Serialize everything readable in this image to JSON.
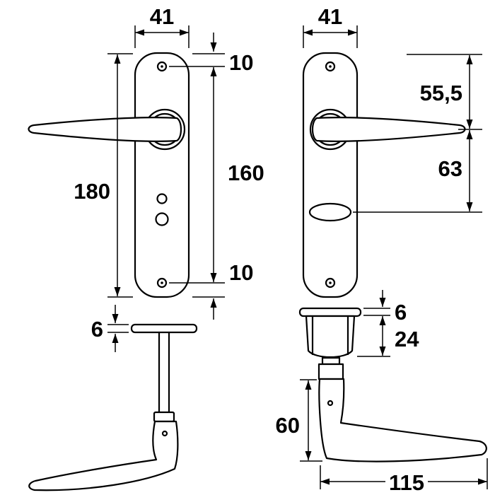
{
  "page": {
    "background": "#ffffff",
    "line_color": "#000000",
    "description": "Technical dimension drawing of a door handle set: two backplates with lever handles, turn knob and loose handle parts"
  },
  "left_view": {
    "plate_width": "41",
    "top_screw_offset": "10",
    "screw_distance": "160",
    "plate_height": "180",
    "bottom_screw_offset": "10",
    "rose_thickness": "6"
  },
  "right_view": {
    "plate_width": "41",
    "top_to_handle_center": "55,5",
    "handle_to_turn_center": "63",
    "rose_thickness": "6",
    "turn_knob_height": "24",
    "handle_height": "60",
    "handle_length": "115"
  }
}
